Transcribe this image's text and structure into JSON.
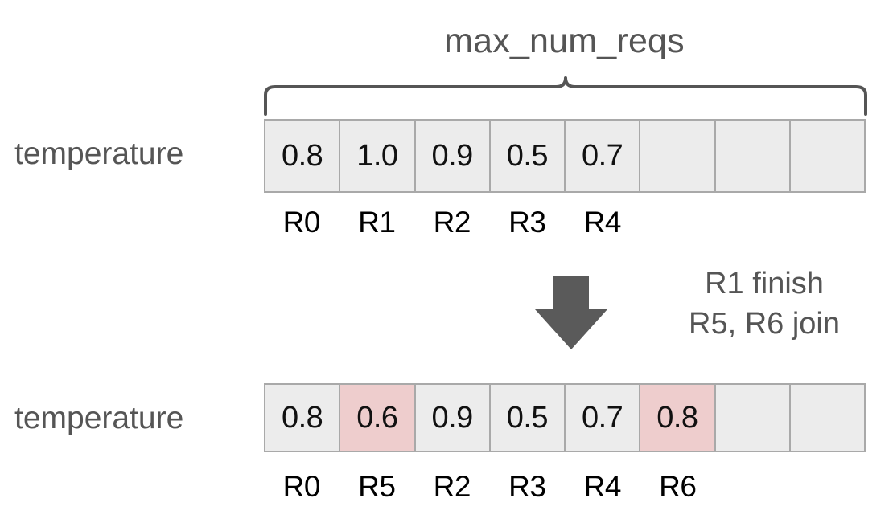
{
  "diagram": {
    "title": "max_num_reqs",
    "brace_label": "max_num_reqs",
    "colors": {
      "cell_fill": "#ececec",
      "cell_border": "#a9a9a9",
      "highlight_fill": "#eecdcd",
      "label_gray": "#555555",
      "tick_black": "#000000",
      "arrow_gray": "#5a5a5a"
    }
  },
  "rows": [
    {
      "label": "temperature",
      "cells": [
        {
          "value": "0.8",
          "highlighted": false
        },
        {
          "value": "1.0",
          "highlighted": false
        },
        {
          "value": "0.9",
          "highlighted": false
        },
        {
          "value": "0.5",
          "highlighted": false
        },
        {
          "value": "0.7",
          "highlighted": false
        },
        {
          "value": "",
          "highlighted": false
        },
        {
          "value": "",
          "highlighted": false
        },
        {
          "value": "",
          "highlighted": false
        }
      ],
      "ticks": [
        "R0",
        "R1",
        "R2",
        "R3",
        "R4",
        "",
        "",
        ""
      ]
    },
    {
      "label": "temperature",
      "cells": [
        {
          "value": "0.8",
          "highlighted": false
        },
        {
          "value": "0.6",
          "highlighted": true
        },
        {
          "value": "0.9",
          "highlighted": false
        },
        {
          "value": "0.5",
          "highlighted": false
        },
        {
          "value": "0.7",
          "highlighted": false
        },
        {
          "value": "0.8",
          "highlighted": true
        },
        {
          "value": "",
          "highlighted": false
        },
        {
          "value": "",
          "highlighted": false
        }
      ],
      "ticks": [
        "R0",
        "R5",
        "R2",
        "R3",
        "R4",
        "R6",
        "",
        ""
      ]
    }
  ],
  "transition": {
    "arrow_icon": "down-arrow-icon",
    "annotation_line1": "R1 finish",
    "annotation_line2": "R5, R6 join"
  }
}
